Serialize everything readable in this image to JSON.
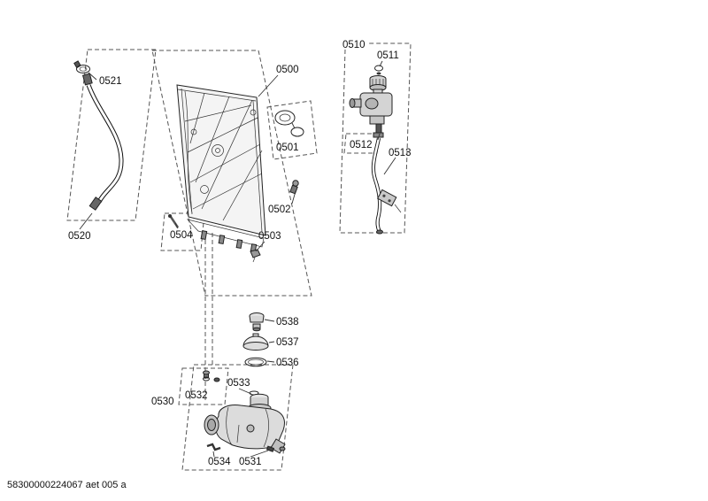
{
  "diagram": {
    "footer_code": "58300000224067 aet 005 a",
    "labels": {
      "0500": "0500",
      "0501": "0501",
      "0502": "0502",
      "0503": "0503",
      "0504": "0504",
      "0510": "0510",
      "0511": "0511",
      "0512": "0512",
      "0513": "0513",
      "0520": "0520",
      "0521": "0521",
      "0530": "0530",
      "0531": "0531",
      "0532": "0532",
      "0533": "0533",
      "0534": "0534",
      "0536": "0536",
      "0537": "0537",
      "0538": "0538"
    }
  }
}
